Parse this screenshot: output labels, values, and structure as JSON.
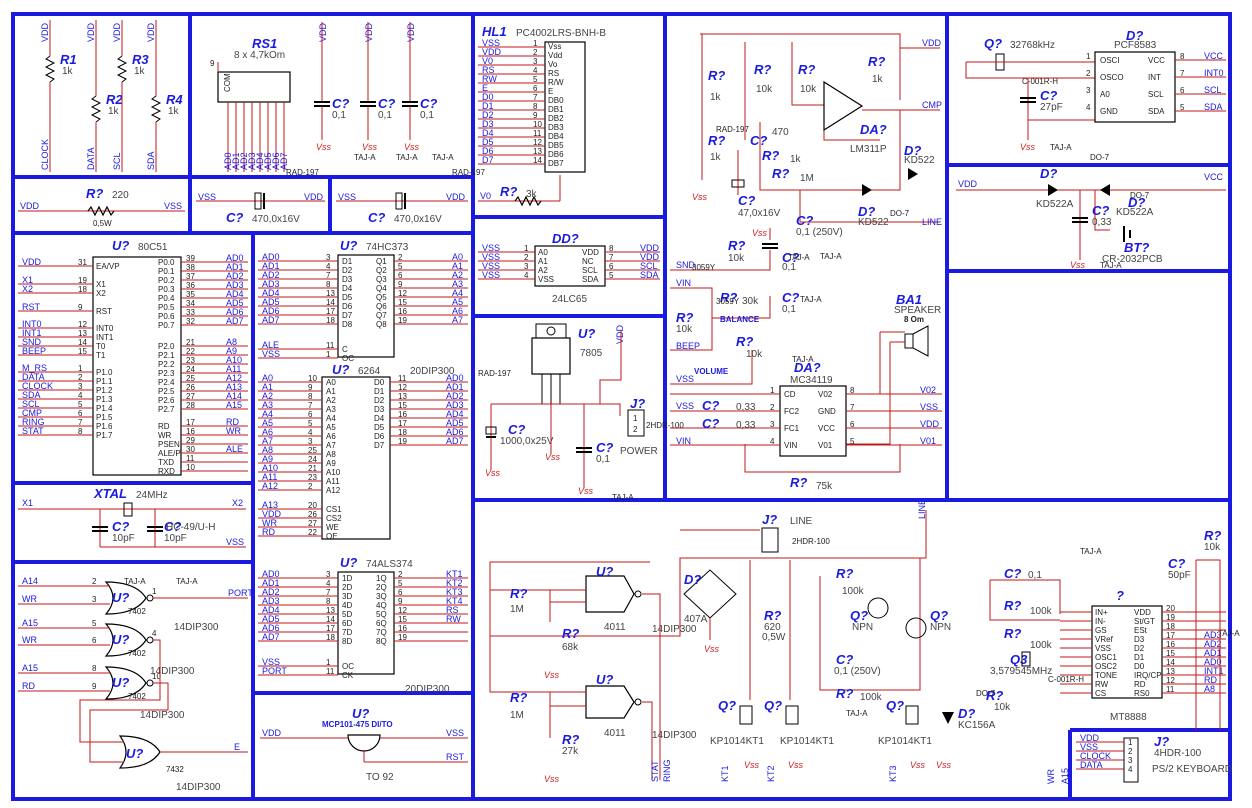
{
  "colors": {
    "border": "#1a1ae0",
    "wire": "#c01818",
    "body": "#000000",
    "text": "#333333"
  },
  "pullups": {
    "items": [
      {
        "ref": "R1",
        "val": "1k",
        "net": "CLOCK"
      },
      {
        "ref": "R2",
        "val": "1k",
        "net": "DATA"
      },
      {
        "ref": "R3",
        "val": "1k",
        "net": "SCL"
      },
      {
        "ref": "R4",
        "val": "1k",
        "net": "SDA"
      }
    ],
    "vdd": "VDD"
  },
  "rs1": {
    "ref": "RS1",
    "val": "8 x 4,7kOm",
    "com": "COM",
    "pins": [
      "AD0",
      "AD1",
      "AD2",
      "AD3",
      "AD4",
      "AD5",
      "AD6",
      "AD7"
    ],
    "num": "9"
  },
  "caps3": {
    "ref": "C?",
    "val": "0,1",
    "vss": "Vss",
    "taj": "TAJ-A",
    "vdd": "VDD"
  },
  "hl1": {
    "ref": "HL1",
    "part": "PC4002LRS-BNH-B",
    "left": [
      "VSS",
      "VDD",
      "V0",
      "RS",
      "RW",
      "E",
      "D0",
      "D1",
      "D2",
      "D3",
      "D4",
      "D5",
      "D6",
      "D7"
    ],
    "right": [
      "Vss",
      "Vdd",
      "Vo",
      "RS",
      "R/W",
      "E",
      "DB0",
      "DB1",
      "DB2",
      "DB3",
      "DB4",
      "DB5",
      "DB6",
      "DB7"
    ],
    "nums": [
      "1",
      "2",
      "3",
      "4",
      "5",
      "6",
      "7",
      "8",
      "9",
      "10",
      "11",
      "12",
      "13",
      "14"
    ],
    "footer": "RAD-197"
  },
  "row2": {
    "r": {
      "ref": "R?",
      "val": "220",
      "sub": "0,5W",
      "vdd": "VDD",
      "vss": "VSS"
    },
    "c1": {
      "ref": "C?",
      "val": "470,0x16V",
      "vss": "VSS",
      "vdd": "VDD",
      "pkg": "RAD-197"
    },
    "c2": {
      "ref": "C?",
      "val": "470,0x16V",
      "vss": "VSS",
      "vdd": "VDD",
      "pkg": "RAD-197"
    },
    "r3": {
      "ref": "R?",
      "val": "3k",
      "v0": "V0"
    }
  },
  "dd": {
    "ref": "DD?",
    "part": "24LC65",
    "lpins": [
      "A0",
      "A1",
      "A2",
      "VSS"
    ],
    "rpins": [
      "VDD",
      "NC",
      "SCL",
      "SDA"
    ],
    "lnets": [
      "VSS",
      "VSS",
      "VSS",
      "VSS"
    ],
    "rnets": [
      "VDD",
      "VDD",
      "SCL",
      "SDA"
    ],
    "ln": [
      "1",
      "2",
      "3",
      "4"
    ],
    "rn": [
      "8",
      "7",
      "6",
      "5"
    ]
  },
  "mcu": {
    "ref": "U?",
    "part": "80C51",
    "lnets": [
      "VDD",
      "X1",
      "X2",
      "RST",
      "INT0",
      "INT1",
      "SND",
      "BEEP",
      "M_RS",
      "DATA",
      "CLOCK",
      "SDA",
      "SCL",
      "CMP",
      "RING",
      "STAT"
    ],
    "lpins": [
      "EA/VP",
      "X1",
      "X2",
      "RST",
      "INT0",
      "INT1",
      "T0",
      "T1",
      "P1.0",
      "P1.1",
      "P1.2",
      "P1.3",
      "P1.4",
      "P1.5",
      "P1.6",
      "P1.7"
    ],
    "lnums": [
      "31",
      "19",
      "18",
      "9",
      "12",
      "13",
      "14",
      "15",
      "1",
      "2",
      "3",
      "4",
      "5",
      "6",
      "7",
      "8"
    ],
    "rpins": [
      "P0.0",
      "P0.1",
      "P0.2",
      "P0.3",
      "P0.4",
      "P0.5",
      "P0.6",
      "P0.7",
      "P2.0",
      "P2.1",
      "P2.2",
      "P2.3",
      "P2.4",
      "P2.5",
      "P2.6",
      "P2.7",
      "RD",
      "WR",
      "PSEN",
      "ALE/P",
      "TXD",
      "RXD"
    ],
    "rnums": [
      "39",
      "38",
      "37",
      "36",
      "35",
      "34",
      "33",
      "32",
      "21",
      "22",
      "23",
      "24",
      "25",
      "26",
      "27",
      "28",
      "17",
      "16",
      "29",
      "30",
      "11",
      "10"
    ],
    "rnets": [
      "AD0",
      "AD1",
      "AD2",
      "AD3",
      "AD4",
      "AD5",
      "AD6",
      "AD7",
      "A8",
      "A9",
      "A10",
      "A11",
      "A12",
      "A13",
      "A14",
      "A15",
      "RD",
      "WR",
      "",
      "ALE",
      "",
      ""
    ]
  },
  "latch": {
    "ref": "U?",
    "part": "74HC373",
    "lnets": [
      "AD0",
      "AD1",
      "AD2",
      "AD3",
      "AD4",
      "AD5",
      "AD6",
      "AD7",
      "ALE",
      "VSS"
    ],
    "lpins": [
      "D1",
      "D2",
      "D3",
      "D4",
      "D5",
      "D6",
      "D7",
      "D8",
      "C",
      "OC"
    ],
    "lnums": [
      "3",
      "4",
      "7",
      "8",
      "13",
      "14",
      "17",
      "18",
      "11",
      "1"
    ],
    "rpins": [
      "Q1",
      "Q2",
      "Q3",
      "Q4",
      "Q5",
      "Q6",
      "Q7",
      "Q8"
    ],
    "rnums": [
      "2",
      "5",
      "6",
      "9",
      "12",
      "15",
      "16",
      "19"
    ],
    "rnets": [
      "A0",
      "A1",
      "A2",
      "A3",
      "A4",
      "A5",
      "A6",
      "A7"
    ]
  },
  "ram": {
    "ref": "U?",
    "part": "6264",
    "pkg": "20DIP300",
    "lnets": [
      "A0",
      "A1",
      "A2",
      "A3",
      "A4",
      "A5",
      "A6",
      "A7",
      "A8",
      "A9",
      "A10",
      "A11",
      "A12",
      "A13",
      "VDD",
      "WR",
      "RD"
    ],
    "lpins": [
      "A0",
      "A1",
      "A2",
      "A3",
      "A4",
      "A5",
      "A6",
      "A7",
      "A8",
      "A9",
      "A10",
      "A11",
      "A12",
      "CS1",
      "CS2",
      "WE",
      "OE"
    ],
    "lnums": [
      "10",
      "9",
      "8",
      "7",
      "6",
      "5",
      "4",
      "3",
      "25",
      "24",
      "21",
      "23",
      "2",
      "20",
      "26",
      "27",
      "22"
    ],
    "rpins": [
      "D0",
      "D1",
      "D2",
      "D3",
      "D4",
      "D5",
      "D6",
      "D7"
    ],
    "rnums": [
      "11",
      "12",
      "13",
      "15",
      "16",
      "17",
      "18",
      "19"
    ],
    "rnets": [
      "AD0",
      "AD1",
      "AD2",
      "AD3",
      "AD4",
      "AD5",
      "AD6",
      "AD7"
    ]
  },
  "xtal": {
    "ref": "XTAL",
    "val": "24MHz",
    "x1": "X1",
    "x2": "X2",
    "vss": "VSS",
    "c1": "C?",
    "c2": "C?",
    "cval": "10pF",
    "pkg": "HC-49/U-H"
  },
  "gates": {
    "nets": [
      "A14",
      "WR",
      "A15",
      "WR",
      "A15",
      "RD"
    ],
    "nums": [
      "2",
      "3",
      "5",
      "6",
      "8",
      "9"
    ],
    "onums": [
      "1",
      "4",
      "10"
    ],
    "ref": "U?",
    "part": "7402",
    "pkg": "14DIP300",
    "or": "7432",
    "e": "E",
    "taj": "TAJ-A",
    "taj2": "TAJ-A",
    "port": "PORT"
  },
  "reg": {
    "ref": "U?",
    "part": "74ALS374",
    "pkg": "20DIP300",
    "lnets": [
      "AD0",
      "AD1",
      "AD2",
      "AD3",
      "AD4",
      "AD5",
      "AD6",
      "AD7",
      "VSS",
      "PORT"
    ],
    "lpins": [
      "1D",
      "2D",
      "3D",
      "4D",
      "5D",
      "6D",
      "7D",
      "8D",
      "OC",
      "CK"
    ],
    "lnums": [
      "3",
      "4",
      "7",
      "8",
      "13",
      "14",
      "17",
      "18",
      "1",
      "11"
    ],
    "rpins": [
      "1Q",
      "2Q",
      "3Q",
      "4Q",
      "5Q",
      "6Q",
      "7Q",
      "8Q"
    ],
    "rnums": [
      "2",
      "5",
      "6",
      "9",
      "12",
      "15",
      "16",
      "19"
    ],
    "rnets": [
      "KT1",
      "KT2",
      "KT3",
      "KT4",
      "RS",
      "RW",
      "",
      ""
    ]
  },
  "mcp": {
    "ref": "U?",
    "part": "MCP101-475 DI/TO",
    "vdd": "VDD",
    "vss": "VSS",
    "rst": "RST",
    "pkg": "TO 92"
  },
  "power": {
    "c1": "C?",
    "c1val": "1000,0x25V",
    "pkg": "RAD-197",
    "reg": "U?",
    "regval": "7805",
    "c2": "C?",
    "c2val": "0,1",
    "j": "J?",
    "jval": "POWER",
    "vdd": "VDD",
    "vss": "Vss",
    "hdr": "2HDR-100",
    "n1": "1",
    "n2": "2",
    "tajb": "TAJ-A"
  },
  "comp": {
    "r1": "R?",
    "r1v": "1k",
    "r2": "R?",
    "r2v": "1k",
    "r3": "R?",
    "r3v": "10k",
    "r4": "R?",
    "r4v": "10k",
    "r5": "R?",
    "r5v": "1k",
    "r6": "R?",
    "r6v": "1M",
    "r7": "R?",
    "r7v": "1k",
    "c1": "C?",
    "c1v": "470",
    "c2": "C?",
    "c2v": "47,0x16V",
    "c3": "C?",
    "c3v": "0,1 (250V)",
    "da": "DA?",
    "daval": "LM311P",
    "d1": "D?",
    "d1v": "KD522",
    "d2": "D?",
    "d2v": "KD522",
    "pkg": "DO-7",
    "pkg2": "RAD-197",
    "tajc": "TAJ-A",
    "vdd": "VDD",
    "cmp": "CMP",
    "line": "LINE",
    "vss": "Vss"
  },
  "clock": {
    "q": "Q?",
    "qval": "32768kHz",
    "pkg": "C-001R-H",
    "c": "C?",
    "cval": "27pF",
    "d": "D?",
    "part": "PCF8583",
    "tajd": "TAJ-A",
    "pkgd": "DO-7",
    "lpins": [
      "OSCI",
      "OSCO",
      "A0",
      "GND"
    ],
    "lnums": [
      "1",
      "2",
      "3",
      "4"
    ],
    "rpins": [
      "VCC",
      "INT",
      "SCL",
      "SDA"
    ],
    "rnums": [
      "8",
      "7",
      "6",
      "5"
    ],
    "rnets": [
      "VCC",
      "INT0",
      "SCL",
      "SDA"
    ],
    "vss": "Vss"
  },
  "bat": {
    "vdd": "VDD",
    "vcc": "VCC",
    "d1": "D?",
    "d1v": "KD522A",
    "d2": "D?",
    "d2v": "KD522A",
    "c": "C?",
    "cv": "0,33",
    "bt": "BT?",
    "btv": "CR-2032PCB",
    "pkg": "DO-7",
    "taj": "TAJ-A",
    "vss": "Vss"
  },
  "audio": {
    "r1": "R?",
    "r1v": "10k",
    "c1": "C?",
    "c1v": "0,1",
    "snd": "SND",
    "r2": "R?",
    "r2v": "30k",
    "c2": "C?",
    "c2v": "0,1",
    "pkgr": "3059Y",
    "tajd": "TAJ-A",
    "vin": "VIN",
    "bal": "BALANCE",
    "vol": "VOLUME",
    "r3": "R?",
    "r3v": "10k",
    "r4": "R?",
    "r4v": "10k",
    "beep": "BEEP",
    "vss": "VSS",
    "ba": "BA1",
    "bav": "SPEAKER",
    "bav2": "8 Om",
    "da": "DA?",
    "daval": "MC34119",
    "lpins": [
      "CD",
      "FC2",
      "FC1",
      "VIN"
    ],
    "lnums": [
      "1",
      "2",
      "3",
      "4"
    ],
    "rpins": [
      "V02",
      "GND",
      "VCC",
      "V01"
    ],
    "rnums": [
      "8",
      "7",
      "6",
      "5"
    ],
    "rnets": [
      "V02",
      "VSS",
      "VDD",
      "V01"
    ],
    "c3": "C?",
    "c3v": "0,33",
    "c4": "C?",
    "c4v": "0,33",
    "r5": "R?",
    "r5v": "75k",
    "pkgvin": "VIN",
    "pkgvss": "VSS"
  },
  "phone": {
    "line": "LINE",
    "j": "J?",
    "jv": "LINE",
    "hdr": "2HDR-100",
    "u1": "U?",
    "u1v": "4011",
    "u2": "U?",
    "u2v": "4011",
    "pkg": "14DIP300",
    "r1": "R?",
    "r1v": "1M",
    "r2": "R?",
    "r2v": "68k",
    "r3": "R?",
    "r3v": "1M",
    "r4": "R?",
    "r4v": "27k",
    "d": "D?",
    "dv": "407A",
    "r5": "R?",
    "r5v": "620",
    "r5s": "0,5W",
    "q1": "Q?",
    "q1v": "KP1014KT1",
    "q2": "Q?",
    "q2v": "KP1014KT1",
    "ring": "RING",
    "stat": "STAT",
    "kt1": "KT1",
    "kt2": "KT2",
    "kt3": "KT3",
    "vss": "Vss",
    "r6": "R?",
    "r6v": "100k",
    "q3": "Q?",
    "q3v": "NPN",
    "q4": "Q?",
    "q4v": "NPN",
    "c": "C?",
    "cv": "0,1 (250V)",
    "r7": "R?",
    "r7v": "100k",
    "q5": "Q?",
    "q5v": "KP1014KT1",
    "d2": "D?",
    "d2v": "KC156A",
    "taj": "TAJ-A"
  },
  "dtmf": {
    "ref": "?",
    "part": "MT8888",
    "c1": "C?",
    "c1v": "0,1",
    "r1": "R?",
    "r1v": "100k",
    "r2": "R?",
    "r2v": "100k",
    "q": "Q3",
    "qv": "3,579545MHz",
    "pkg": "C-001R-H",
    "r3": "R?",
    "r3v": "10k",
    "c2": "C?",
    "c2v": "50pF",
    "r4": "R?",
    "r4v": "10k",
    "taj": "TAJ-A",
    "taj2": "TAJ-A",
    "pkgd": "DO-7",
    "lpins": [
      "IN+",
      "IN-",
      "GS",
      "VRef",
      "VSS",
      "OSC1",
      "OSC2",
      "TONE",
      "RW",
      "CS"
    ],
    "rpins": [
      "VDD",
      "St/GT",
      "ESt",
      "D3",
      "D2",
      "D1",
      "D0",
      "IRQ/CP",
      "RD",
      "RS0"
    ],
    "rnums": [
      "20",
      "19",
      "18",
      "17",
      "16",
      "15",
      "14",
      "13",
      "12",
      "11"
    ],
    "rnets": [
      "",
      "",
      "",
      "AD3",
      "AD2",
      "AD1",
      "AD0",
      "INT1",
      "RD",
      "A8"
    ],
    "wr": "WR",
    "a15": "A15"
  },
  "kbd": {
    "j": "J?",
    "jv": "4HDR-100",
    "label": "PS/2 KEYBOARD",
    "nets": [
      "VDD",
      "VSS",
      "CLOCK",
      "DATA"
    ],
    "nums": [
      "1",
      "2",
      "3",
      "4"
    ]
  }
}
